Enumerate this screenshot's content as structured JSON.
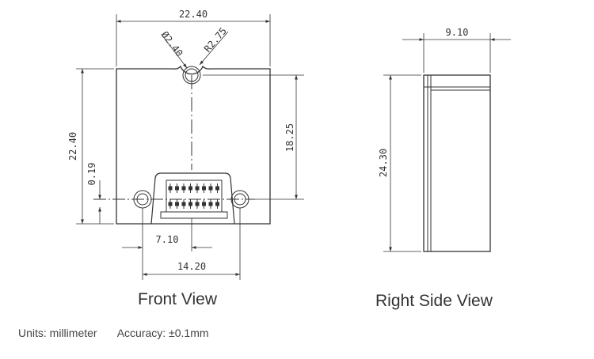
{
  "front_view": {
    "caption": "Front View",
    "dimensions": {
      "overall_width": "22.40",
      "hole_diameter": "Ø2.40",
      "notch_radius": "R2.75",
      "overall_height": "22.40",
      "hole_offset": "0.19",
      "hole_height": "18.25",
      "half_hole_spacing": "7.10",
      "hole_spacing": "14.20"
    }
  },
  "side_view": {
    "caption": "Right Side View",
    "dimensions": {
      "depth": "9.10",
      "height": "24.30"
    }
  },
  "footer": {
    "units": "Units: millimeter",
    "accuracy": "Accuracy: ±0.1mm"
  }
}
